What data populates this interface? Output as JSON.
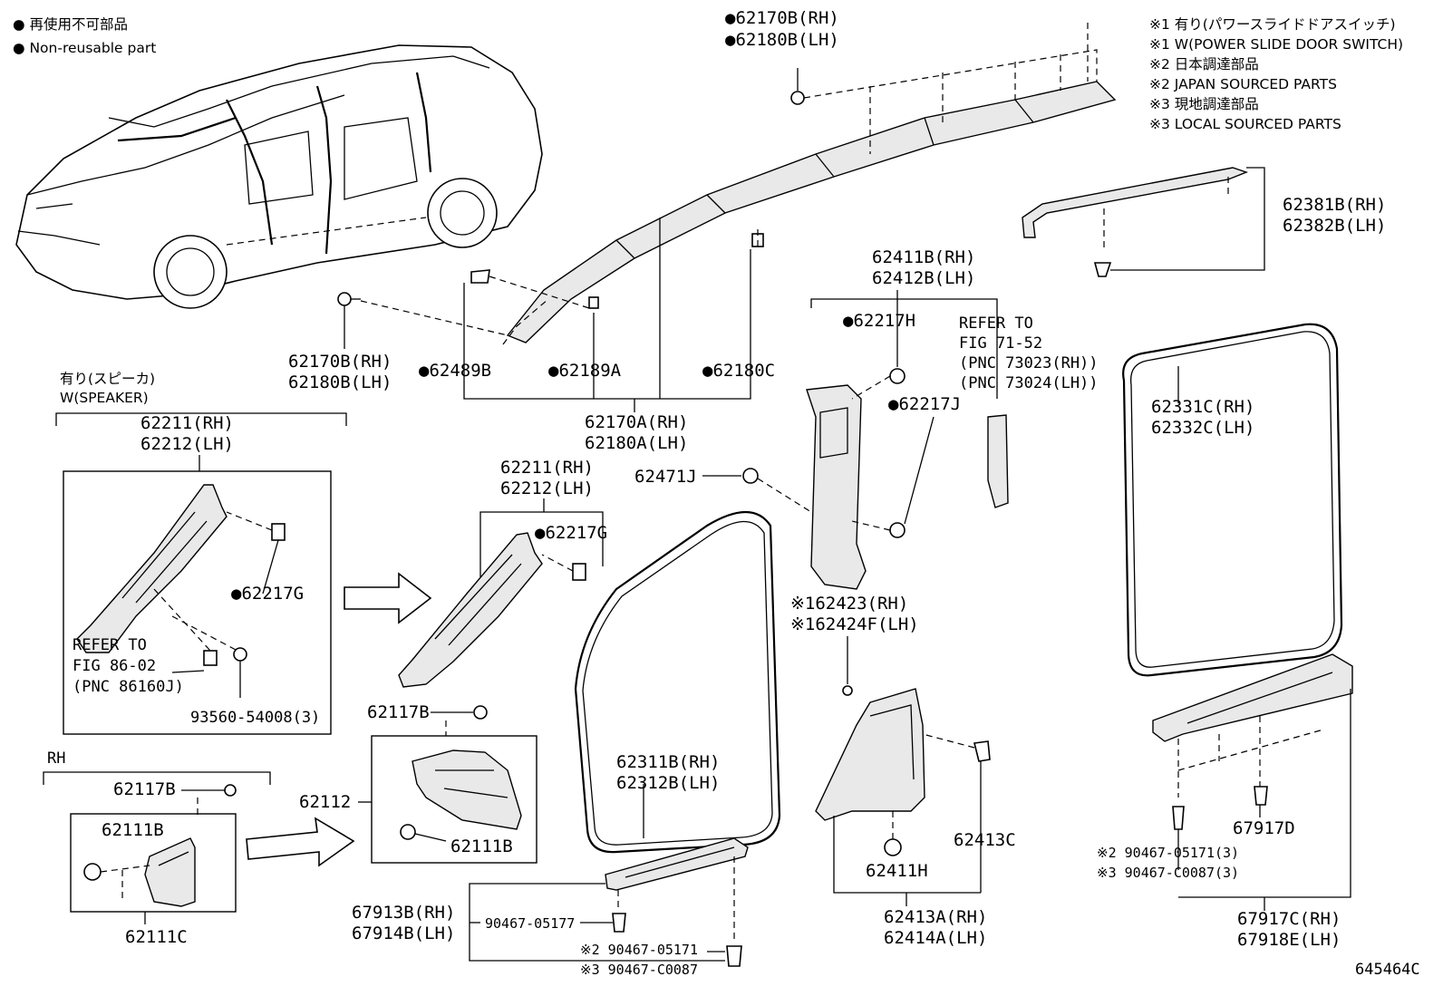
{
  "legend": {
    "line1": "● 再使用不可部品",
    "line2": "● Non-reusable part"
  },
  "notes": {
    "n1": "※1 有り(パワースライドドアスイッチ)",
    "n2": "※1 W(POWER SLIDE DOOR SWITCH)",
    "n3": "※2 日本調達部品",
    "n4": "※2 JAPAN SOURCED PARTS",
    "n5": "※3 現地調達部品",
    "n6": "※3 LOCAL SOURCED PARTS"
  },
  "labels": {
    "top_clip_rh": "●62170B(RH)",
    "top_clip_lh": "●62180B(LH)",
    "mid_clip_rh": "62170B(RH)",
    "mid_clip_lh": "62180B(LH)",
    "p62489B": "●62489B",
    "p62189A": "●62189A",
    "p62180C": "●62180C",
    "p62170A_rh": "62170A(RH)",
    "p62180A_lh": "62180A(LH)",
    "p62381B_rh": "62381B(RH)",
    "p62382B_lh": "62382B(LH)",
    "p62411B_rh": "62411B(RH)",
    "p62412B_lh": "62412B(LH)",
    "p62217H": "●62217H",
    "p62217J": "●62217J",
    "refer_71": "REFER TO",
    "refer_71_fig": "FIG 71-52",
    "refer_71_pnc1": "(PNC 73023(RH))",
    "refer_71_pnc2": "(PNC 73024(LH))",
    "p62331C_rh": "62331C(RH)",
    "p62332C_lh": "62332C(LH)",
    "speaker_jp": "有り(スピーカ)",
    "speaker_en": "W(SPEAKER)",
    "p62211_rh_a": "62211(RH)",
    "p62212_lh_a": "62212(LH)",
    "p62217G_a": "●62217G",
    "refer_86": "REFER TO",
    "refer_86_fig": "FIG 86-02",
    "refer_86_pnc": "(PNC 86160J)",
    "p93560": "93560-54008(3)",
    "p62211_rh_b": "62211(RH)",
    "p62212_lh_b": "62212(LH)",
    "p62217G_b": "●62217G",
    "p62471J": "62471J",
    "p62423_rh": "※162423(RH)",
    "p62424F_lh": "※162424F(LH)",
    "rh": "RH",
    "p62117B_a": "62117B",
    "p62111B_a": "62111B",
    "p62111C": "62111C",
    "p62117B_b": "62117B",
    "p62112": "62112",
    "p62111B_b": "62111B",
    "p62311B_rh": "62311B(RH)",
    "p62312B_lh": "62312B(LH)",
    "p67913B_rh": "67913B(RH)",
    "p67914B_lh": "67914B(LH)",
    "p90467_05177": "90467-05177",
    "p90467_05171_a": "※2 90467-05171",
    "p90467_C0087_a": "※3 90467-C0087",
    "p62411H": "62411H",
    "p62413C": "62413C",
    "p62413A_rh": "62413A(RH)",
    "p62414A_lh": "62414A(LH)",
    "p90467_05171_b": "※2 90467-05171(3)",
    "p90467_C0087_b": "※3 90467-C0087(3)",
    "p67917D": "67917D",
    "p67917C_rh": "67917C(RH)",
    "p67918E_lh": "67918E(LH)",
    "fig_id": "645464C"
  }
}
